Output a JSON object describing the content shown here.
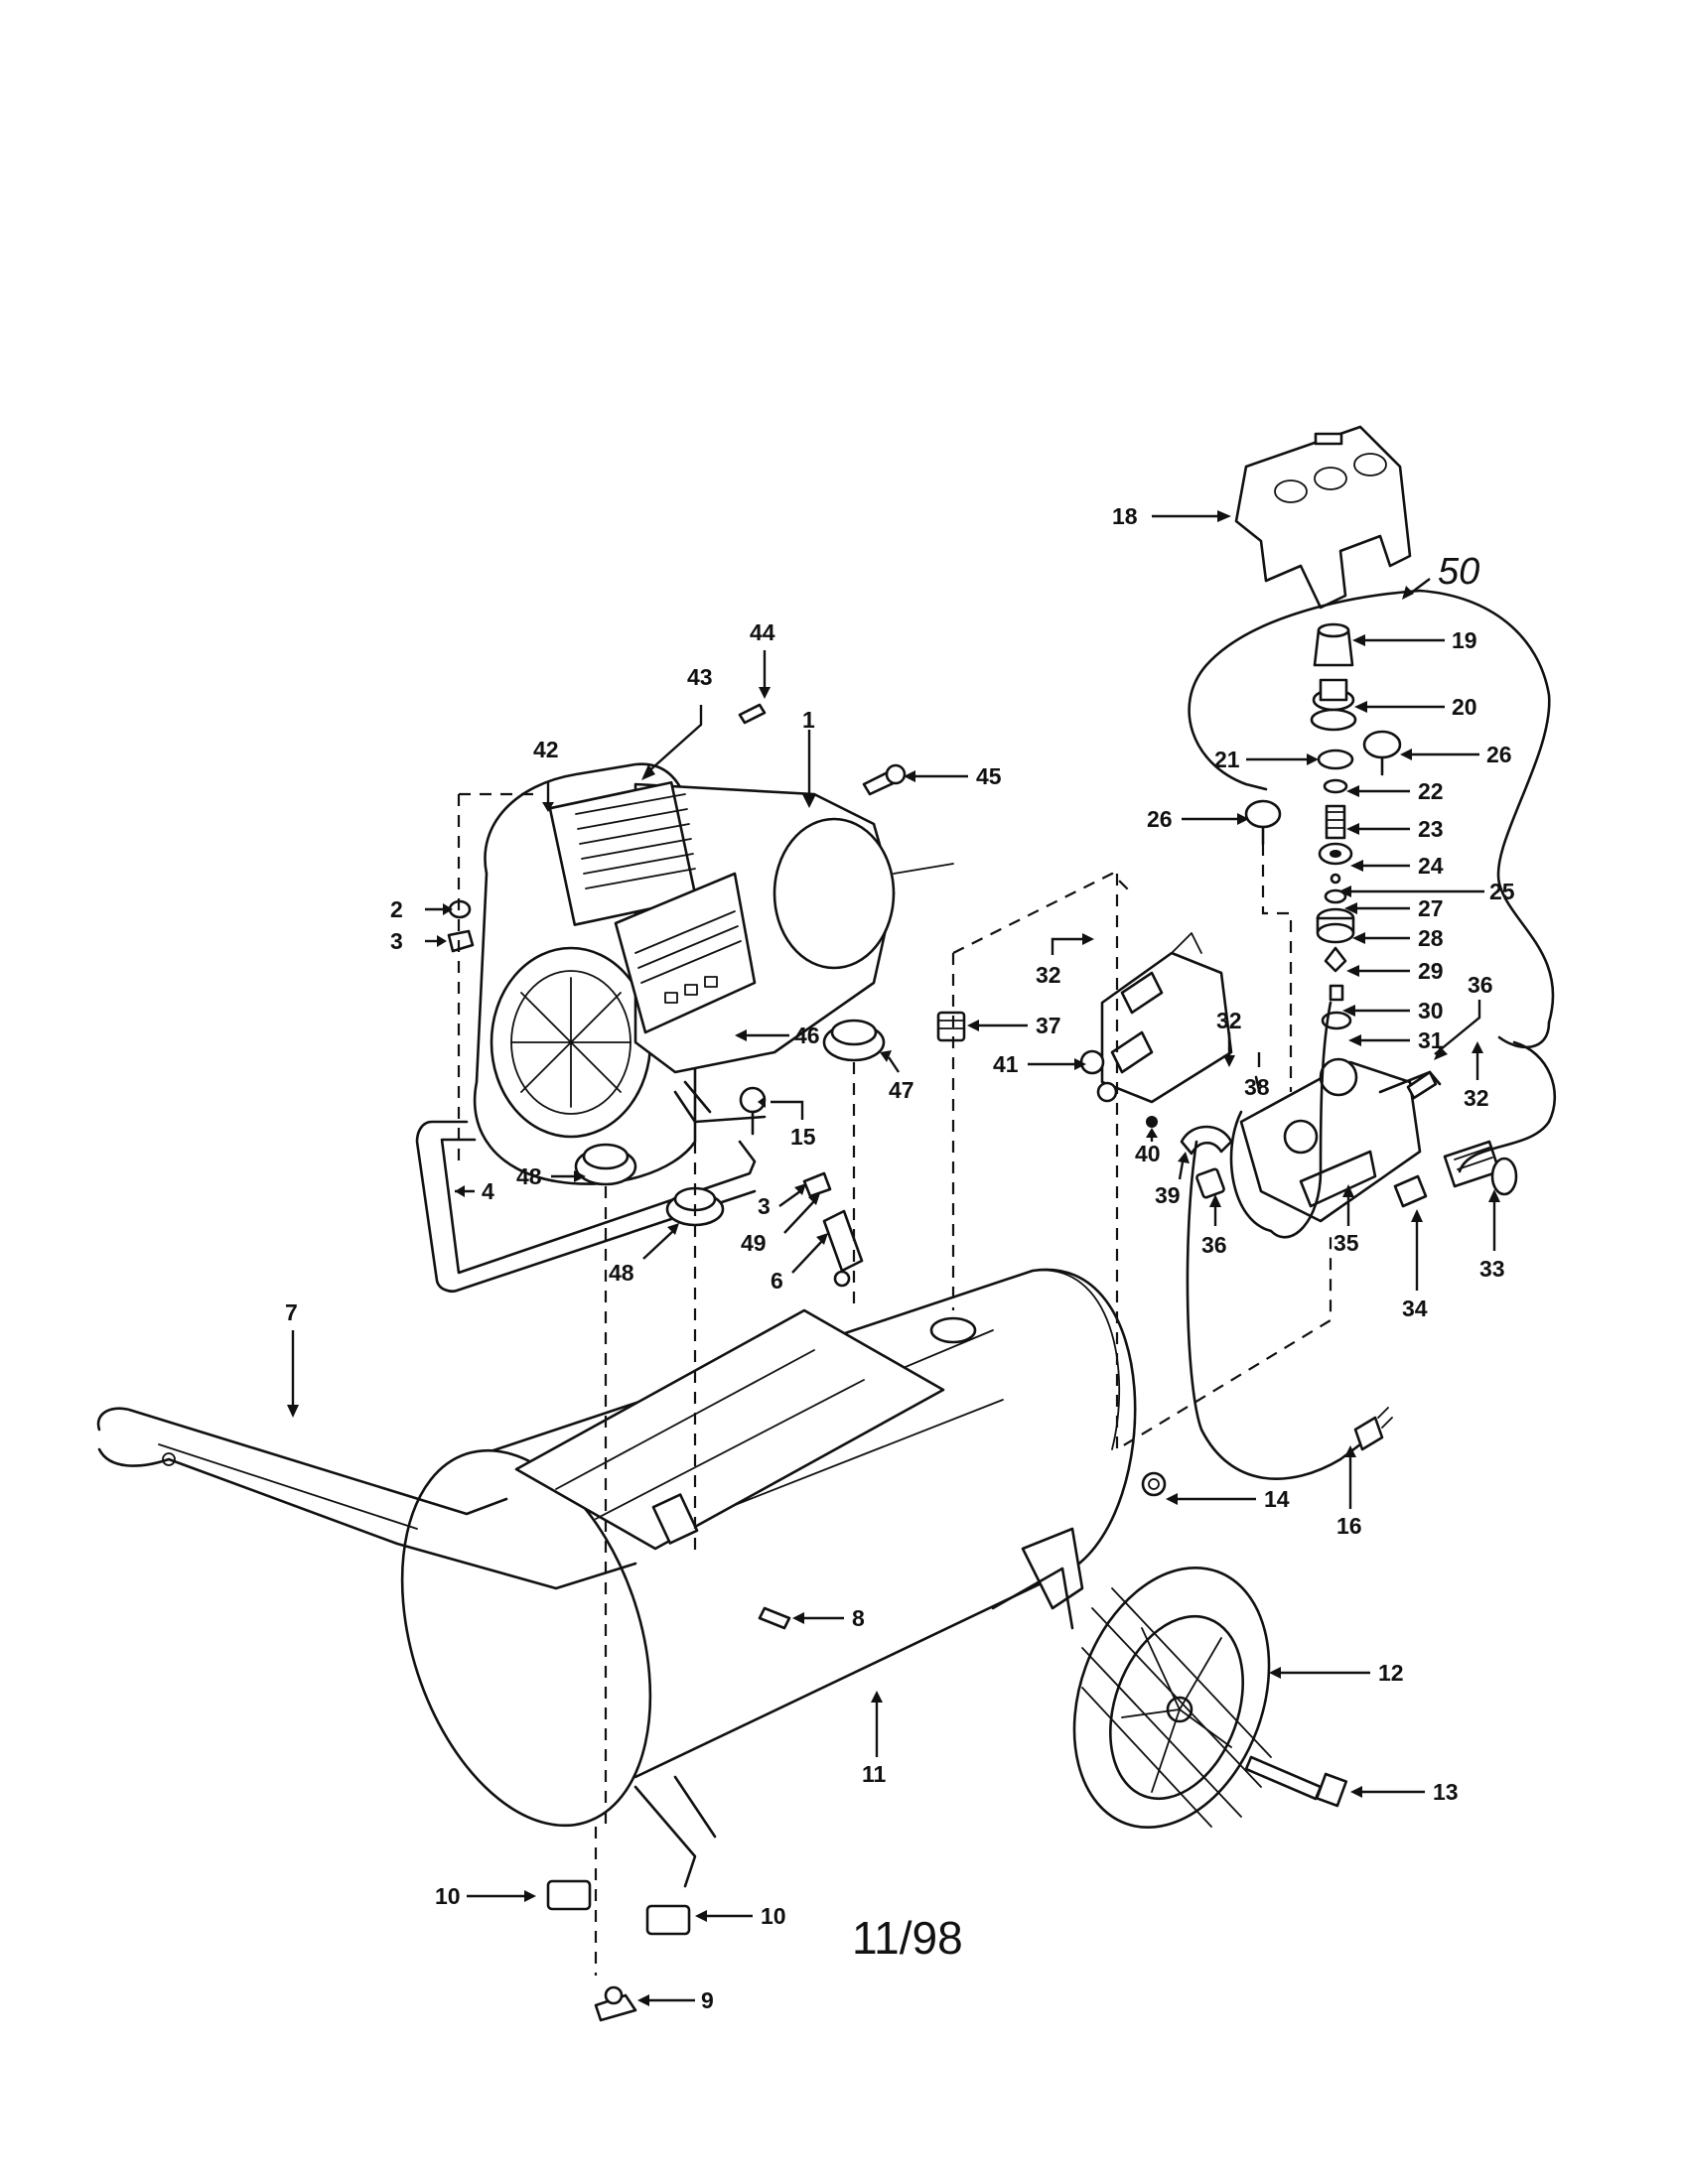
{
  "labels": [
    {
      "id": "1",
      "text": "1"
    },
    {
      "id": "2",
      "text": "2"
    },
    {
      "id": "3a",
      "text": "3"
    },
    {
      "id": "3b",
      "text": "3"
    },
    {
      "id": "4",
      "text": "4"
    },
    {
      "id": "6",
      "text": "6"
    },
    {
      "id": "7",
      "text": "7"
    },
    {
      "id": "8",
      "text": "8"
    },
    {
      "id": "9",
      "text": "9"
    },
    {
      "id": "10a",
      "text": "10"
    },
    {
      "id": "10b",
      "text": "10"
    },
    {
      "id": "11",
      "text": "11"
    },
    {
      "id": "12",
      "text": "12"
    },
    {
      "id": "13",
      "text": "13"
    },
    {
      "id": "14",
      "text": "14"
    },
    {
      "id": "15",
      "text": "15"
    },
    {
      "id": "16",
      "text": "16"
    },
    {
      "id": "18",
      "text": "18"
    },
    {
      "id": "19",
      "text": "19"
    },
    {
      "id": "20",
      "text": "20"
    },
    {
      "id": "21",
      "text": "21"
    },
    {
      "id": "22",
      "text": "22"
    },
    {
      "id": "23",
      "text": "23"
    },
    {
      "id": "24",
      "text": "24"
    },
    {
      "id": "25",
      "text": "25"
    },
    {
      "id": "26a",
      "text": "26"
    },
    {
      "id": "26b",
      "text": "26"
    },
    {
      "id": "27",
      "text": "27"
    },
    {
      "id": "28",
      "text": "28"
    },
    {
      "id": "29",
      "text": "29"
    },
    {
      "id": "30",
      "text": "30"
    },
    {
      "id": "31",
      "text": "31"
    },
    {
      "id": "32a",
      "text": "32"
    },
    {
      "id": "32b",
      "text": "32"
    },
    {
      "id": "32c",
      "text": "32"
    },
    {
      "id": "33",
      "text": "33"
    },
    {
      "id": "34",
      "text": "34"
    },
    {
      "id": "35",
      "text": "35"
    },
    {
      "id": "36a",
      "text": "36"
    },
    {
      "id": "36b",
      "text": "36"
    },
    {
      "id": "37",
      "text": "37"
    },
    {
      "id": "38",
      "text": "38"
    },
    {
      "id": "39",
      "text": "39"
    },
    {
      "id": "40",
      "text": "40"
    },
    {
      "id": "41",
      "text": "41"
    },
    {
      "id": "42",
      "text": "42"
    },
    {
      "id": "43",
      "text": "43"
    },
    {
      "id": "44",
      "text": "44"
    },
    {
      "id": "45",
      "text": "45"
    },
    {
      "id": "46",
      "text": "46"
    },
    {
      "id": "47",
      "text": "47"
    },
    {
      "id": "48a",
      "text": "48"
    },
    {
      "id": "48b",
      "text": "48"
    },
    {
      "id": "49",
      "text": "49"
    }
  ],
  "handwritten_callout": "50",
  "date_code": "11/98"
}
